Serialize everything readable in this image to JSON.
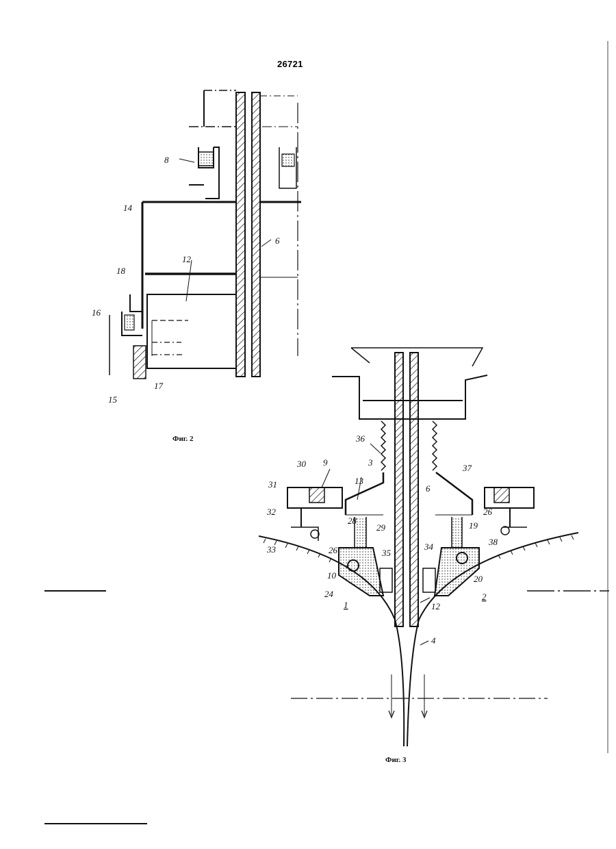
{
  "document": {
    "patent_number": "26721",
    "figures": [
      {
        "caption": "Фиг. 2",
        "labels": [
          "8",
          "14",
          "6",
          "12",
          "18",
          "16",
          "15",
          "17"
        ]
      },
      {
        "caption": "Фиг. 3",
        "labels": [
          "36",
          "30",
          "9",
          "31",
          "3",
          "13",
          "6",
          "37",
          "32",
          "28",
          "29",
          "26",
          "19",
          "26",
          "33",
          "35",
          "34",
          "38",
          "10",
          "20",
          "24",
          "12",
          "1",
          "2",
          "4"
        ]
      }
    ]
  }
}
